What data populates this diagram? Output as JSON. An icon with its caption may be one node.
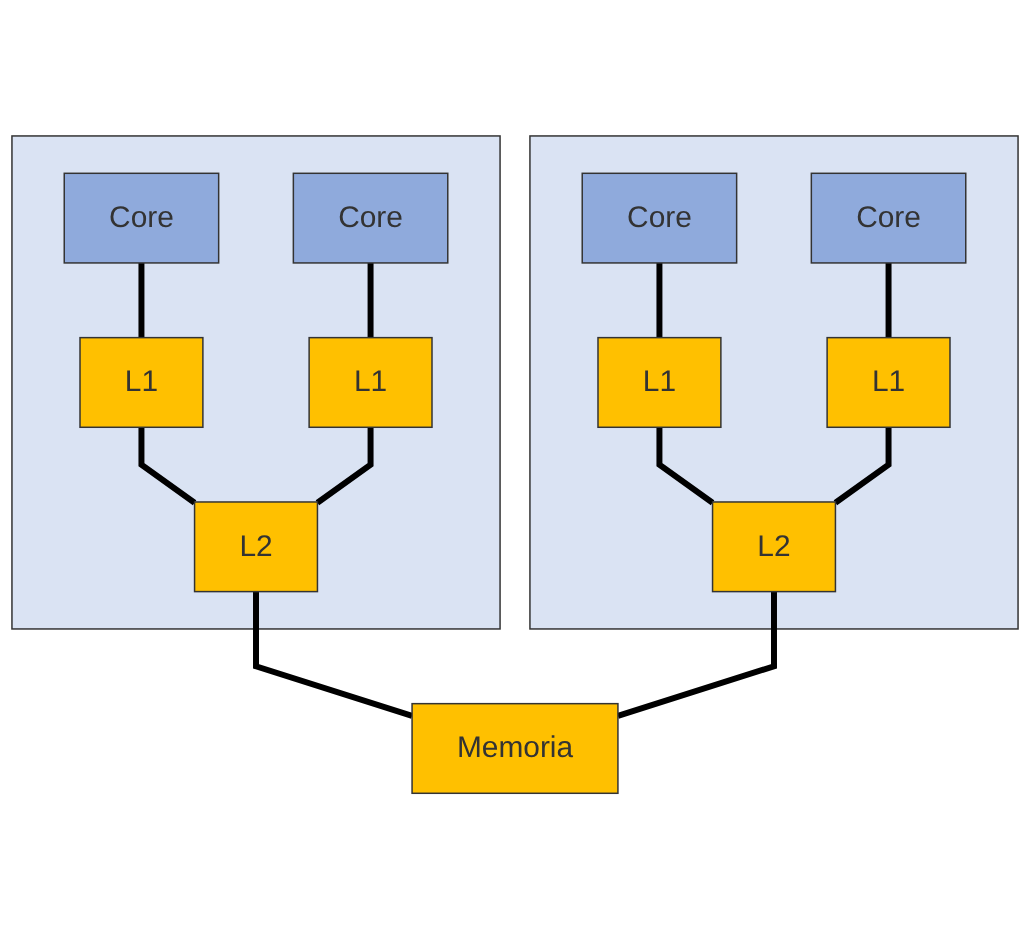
{
  "diagram": {
    "nodes": [
      {
        "text": [],
        "shape": "box"
      },
      {
        "text": [
          "Core"
        ],
        "in": 0
      },
      {
        "text": [
          "Core"
        ],
        "in": 0
      },
      {
        "text": [
          "L1"
        ],
        "in": 0
      },
      {
        "text": [
          "L1"
        ],
        "in": 0
      },
      {
        "text": [
          "L2"
        ],
        "in": 0
      },
      {
        "text": [],
        "shape": "box"
      },
      {
        "text": [
          "Core"
        ],
        "in": 6
      },
      {
        "text": [
          "Core"
        ],
        "in": 6
      },
      {
        "text": [
          "L1"
        ],
        "in": 6
      },
      {
        "text": [
          "L1"
        ],
        "in": 6
      },
      {
        "text": [
          "L2"
        ],
        "in": 6
      },
      {
        "text": [
          "Memoria"
        ]
      }
    ],
    "edges": [
      {
        "from": 1,
        "to": 3,
        "arrow": "none"
      },
      {
        "from": 2,
        "to": 4,
        "arrow": "none"
      },
      {
        "from": 3,
        "to": 5,
        "arrow": "none"
      },
      {
        "from": 4,
        "to": 5,
        "arrow": "none"
      },
      {
        "from": 7,
        "to": 9,
        "arrow": "none"
      },
      {
        "from": 8,
        "to": 10,
        "arrow": "none"
      },
      {
        "from": 9,
        "to": 11,
        "arrow": "none"
      },
      {
        "from": 10,
        "to": 11,
        "arrow": "none"
      },
      {
        "from": 5,
        "to": 12,
        "arrow": "none"
      },
      {
        "from": 11,
        "to": 12,
        "arrow": "none"
      }
    ]
  }
}
